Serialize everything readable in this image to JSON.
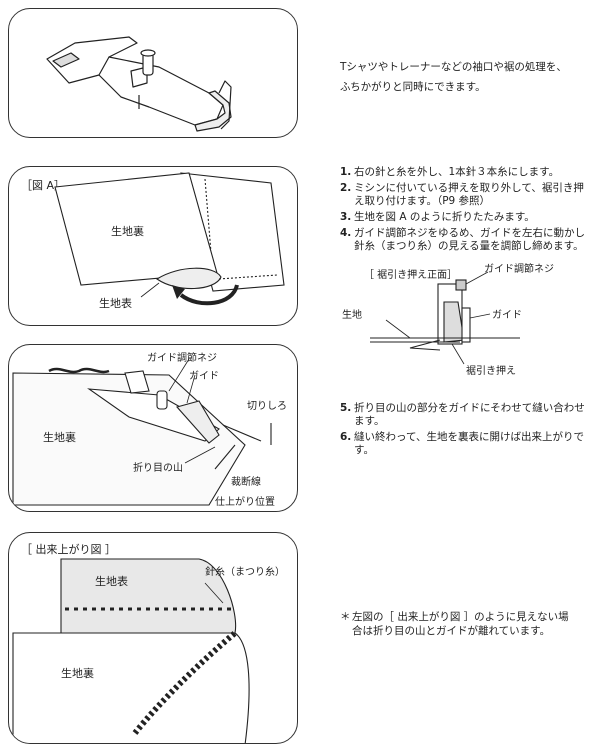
{
  "intro": {
    "line1": "Tシャツやトレーナーなどの袖口や裾の処理を、",
    "line2": "ふちかがりと同時にできます。"
  },
  "figure_a": {
    "tag": "［図 A］",
    "back_label": "生地裏",
    "front_label": "生地表"
  },
  "steps_top": [
    {
      "num": "1.",
      "text": "右の針と糸を外し、1本針３本糸にします。"
    },
    {
      "num": "2.",
      "text": "ミシンに付いている押えを取り外して、裾引き押え取り付けます。（P9 参照）"
    },
    {
      "num": "3.",
      "text": "生地を図 A のように折りたたみます。"
    },
    {
      "num": "4.",
      "text": "ガイド調節ネジをゆるめ、ガイドを左右に動かし針糸（まつり糸）の見える量を調節し締めます。"
    }
  ],
  "front_view": {
    "title": "［ 裾引き押え正面］",
    "screw": "ガイド調節ネジ",
    "fabric": "生地",
    "guide": "ガイド",
    "foot": "裾引き押え"
  },
  "sewing_fig": {
    "screw": "ガイド調節ネジ",
    "guide": "ガイド",
    "trim": "切りしろ",
    "back": "生地裏",
    "fold": "折り目の山",
    "cut_line": "裁断線",
    "finish": "仕上がり位置"
  },
  "steps_bottom": [
    {
      "num": "5.",
      "text": "折り目の山の部分をガイドにそわせて縫い合わせます。"
    },
    {
      "num": "6.",
      "text": "縫い終わって、生地を裏表に開けば出来上がりです。"
    }
  ],
  "finished_fig": {
    "tag": "［ 出来上がり図 ］",
    "front": "生地表",
    "thread": "針糸（まつり糸）",
    "back": "生地裏"
  },
  "note": {
    "mark": "＊",
    "line1": "左図の［ 出来上がり図 ］のように見えない場",
    "line2": "合は折り目の山とガイドが離れています。"
  }
}
